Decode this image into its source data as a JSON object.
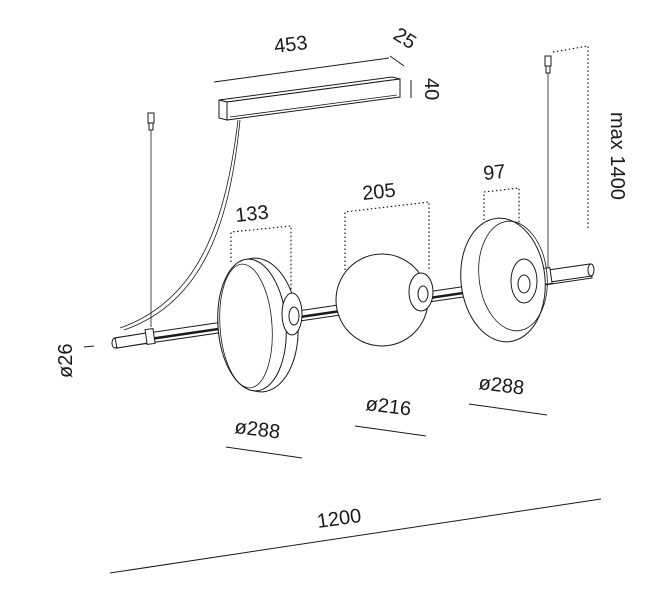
{
  "dimensions": {
    "track_length": "453",
    "track_depth": "25",
    "track_height": "40",
    "max_drop": "max 1400",
    "disc_left_depth": "133",
    "sphere_depth": "205",
    "disc_right_depth": "97",
    "rod_diameter": "ø26",
    "disc_left_diameter": "ø288",
    "sphere_diameter": "ø216",
    "disc_right_diameter": "ø288",
    "total_length": "1200"
  }
}
